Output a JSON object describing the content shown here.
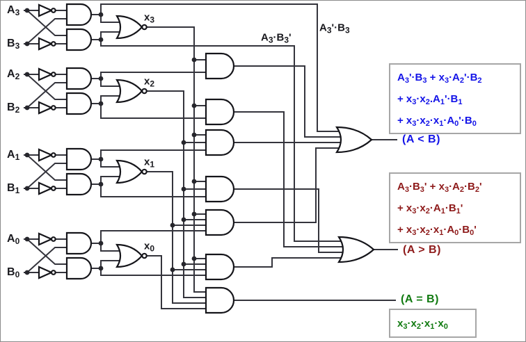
{
  "inputs": {
    "a3": "A_3",
    "b3": "B_3",
    "a2": "A_2",
    "b2": "B_2",
    "a1": "A_1",
    "b1": "B_1",
    "a0": "A_0",
    "b0": "B_0"
  },
  "xnor_labels": {
    "x3": "x_3",
    "x2": "x_2",
    "x1": "x_1",
    "x0": "x_0"
  },
  "wire_labels": {
    "a3_b3_prime": "A_3·B_3'",
    "a3_prime_b3": "A_3'·B_3"
  },
  "less_than": {
    "expression_lines": [
      "A_3'·B_3 + x_3·A_2'·B_2",
      "+ x_3·x_2.A_1'·B_1",
      "+ x_3·x_2·x_1·A_0'·B_0"
    ],
    "output_label": "(A < B)",
    "color": "#1414e8"
  },
  "greater_than": {
    "expression_lines": [
      "A_3·B_3' + x_3·A_2·B_2'",
      "+ x_3·x_2·A_1·B_1'",
      "+ x_3·x_2·x_1·A_0·B_0'"
    ],
    "output_label": "(A > B)",
    "color": "#8e1a1a"
  },
  "equal": {
    "output_label": "(A = B)",
    "expression": "x_3·x_2·x_1·x_0",
    "color": "#107a10"
  },
  "gates": {
    "not": 8,
    "and": 15,
    "nor": 4,
    "or": 2
  },
  "colors": {
    "wire": "#34343c",
    "gate_stroke": "#15151a",
    "box_border": "#a6a6a6",
    "background": "#ffffff"
  }
}
